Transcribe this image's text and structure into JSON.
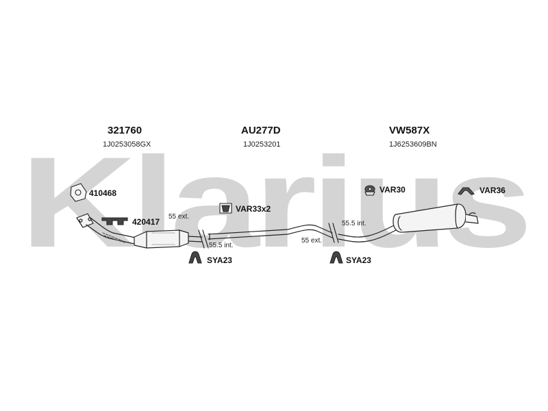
{
  "watermark": {
    "text": "Klarius",
    "color": "#d4d4d4"
  },
  "sections": [
    {
      "part_number": "321760",
      "oem_number": "1J0253058GX"
    },
    {
      "part_number": "AU277D",
      "oem_number": "1J0253201"
    },
    {
      "part_number": "VW587X",
      "oem_number": "1J6253609BN"
    }
  ],
  "accessories": {
    "gasket_front": "410468",
    "bracket_front": "420417",
    "clamp_middle": "VAR33x2",
    "mount_rear_1": "VAR30",
    "mount_rear_2": "VAR36",
    "clamp_1": "SYA23",
    "clamp_2": "SYA23"
  },
  "dimensions": {
    "joint1_ext": "55 ext.",
    "joint1_int": "55.5 int.",
    "joint2_int": "55.5 int.",
    "joint2_ext": "55 ext."
  },
  "colors": {
    "line": "#222222",
    "fill": "#f4f4f4",
    "shade": "#bdbdbd"
  }
}
